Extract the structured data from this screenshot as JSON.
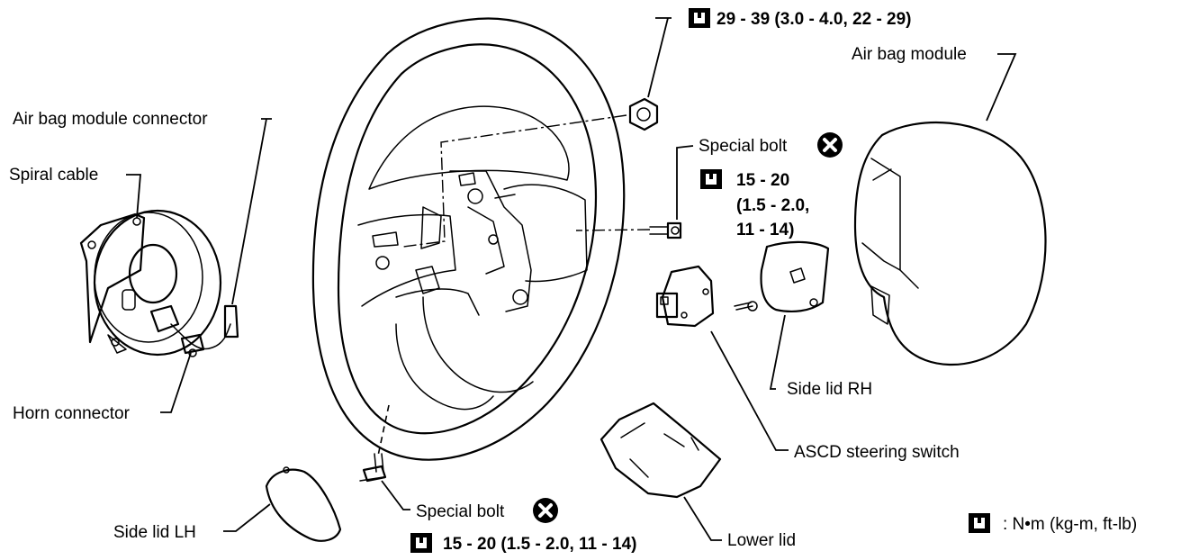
{
  "labels": {
    "airbag_module": "Air bag module",
    "airbag_connector": "Air bag module connector",
    "spiral_cable": "Spiral cable",
    "horn_connector": "Horn connector",
    "side_lid_lh": "Side lid LH",
    "side_lid_rh": "Side lid RH",
    "asc_switch": "ASCD steering switch",
    "lower_lid": "Lower lid",
    "special_bolt_upper": "Special bolt",
    "special_bolt_lower": "Special bolt"
  },
  "torque": {
    "nut": "29 - 39 (3.0 - 4.0, 22 - 29)",
    "bolt_upper_line1": "15 - 20",
    "bolt_upper_line2": "(1.5 - 2.0,",
    "bolt_upper_line3": "11 - 14)",
    "bolt_lower": "15 - 20 (1.5 - 2.0, 11 - 14)"
  },
  "legend": {
    "units": ": N•m (kg-m, ft-lb)"
  },
  "icons": {
    "torque": "torque-wrench-icon",
    "replace": "replace-x-icon"
  }
}
